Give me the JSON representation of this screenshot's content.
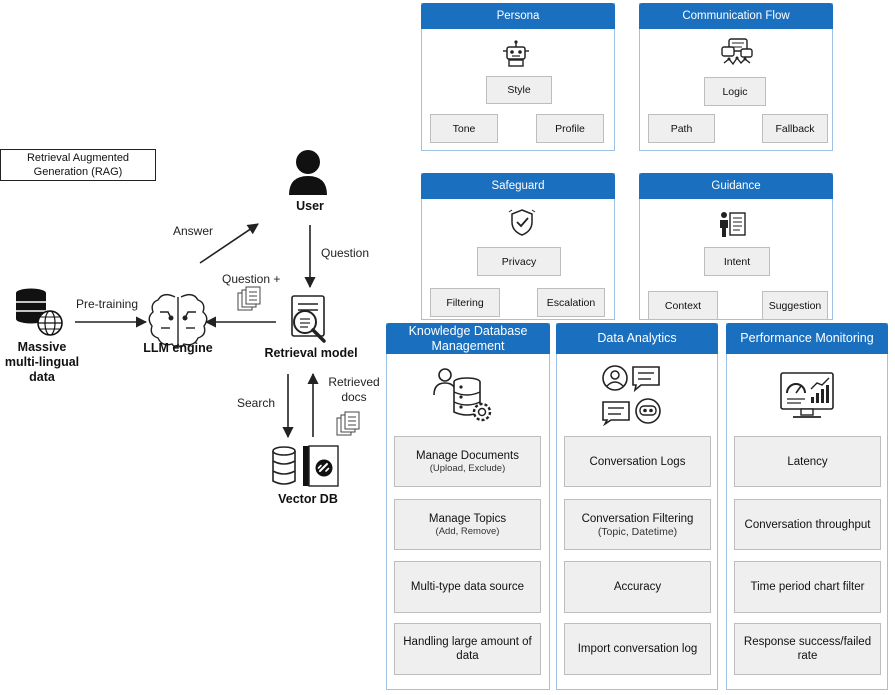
{
  "rag_title": "Retrieval Augmented Generation (RAG)",
  "left": {
    "user": "User",
    "massive_data": "Massive multi-lingual data",
    "llm_engine": "LLM engine",
    "retrieval_model": "Retrieval model",
    "vector_db": "Vector DB",
    "answer": "Answer",
    "question": "Question",
    "question_plus": "Question +",
    "pre_training": "Pre-training",
    "search": "Search",
    "retrieved_docs": "Retrieved docs"
  },
  "persona": {
    "title": "Persona",
    "center": "Style",
    "left": "Tone",
    "right": "Profile"
  },
  "communication_flow": {
    "title": "Communication Flow",
    "center": "Logic",
    "left": "Path",
    "right": "Fallback"
  },
  "safeguard": {
    "title": "Safeguard",
    "center": "Privacy",
    "left": "Filtering",
    "right": "Escalation"
  },
  "guidance": {
    "title": "Guidance",
    "center": "Intent",
    "left": "Context",
    "right": "Suggestion"
  },
  "kdm": {
    "title": "Knowledge Database Management",
    "items": [
      {
        "label": "Manage Documents",
        "sub": "(Upload, Exclude)"
      },
      {
        "label": "Manage Topics",
        "sub": "(Add, Remove)"
      },
      {
        "label": "Multi-type data source",
        "sub": ""
      },
      {
        "label": "Handling large amount of data",
        "sub": ""
      }
    ]
  },
  "analytics": {
    "title": "Data Analytics",
    "items": [
      {
        "label": "Conversation Logs",
        "sub": ""
      },
      {
        "label": "Conversation Filtering",
        "sub": "(Topic, Datetime)"
      },
      {
        "label": "Accuracy",
        "sub": ""
      },
      {
        "label": "Import conversation log",
        "sub": ""
      }
    ]
  },
  "monitoring": {
    "title": "Performance Monitoring",
    "items": [
      {
        "label": "Latency",
        "sub": ""
      },
      {
        "label": "Conversation throughput",
        "sub": ""
      },
      {
        "label": "Time period chart filter",
        "sub": ""
      },
      {
        "label": "Response success/failed rate",
        "sub": ""
      }
    ]
  },
  "colors": {
    "header": "#1a6fbf",
    "panel_border": "#9fc1e3",
    "card": "#efefef"
  }
}
